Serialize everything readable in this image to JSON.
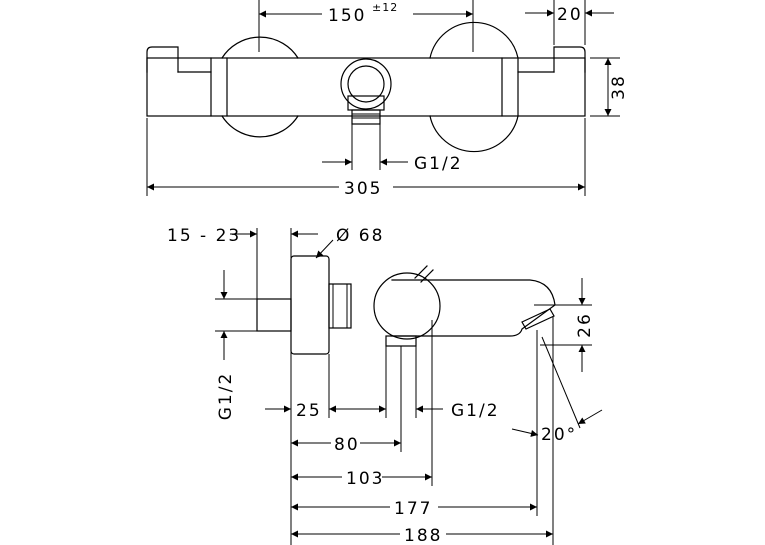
{
  "top_view": {
    "dim_spacing": "150",
    "dim_spacing_tolerance": "±12",
    "dim_end_width": "20",
    "dim_height": "38",
    "dim_outlet_thread": "G1/2",
    "dim_total_length": "305"
  },
  "side_view": {
    "dim_offset_range": "15 - 23",
    "dim_diameter": "Ø 68",
    "dim_inlet_thread": "G1/2",
    "dim_25": "25",
    "dim_outlet_thread": "G1/2",
    "dim_80": "80",
    "dim_103": "103",
    "dim_177": "177",
    "dim_188": "188",
    "dim_spout_height": "26",
    "dim_angle": "20°"
  }
}
